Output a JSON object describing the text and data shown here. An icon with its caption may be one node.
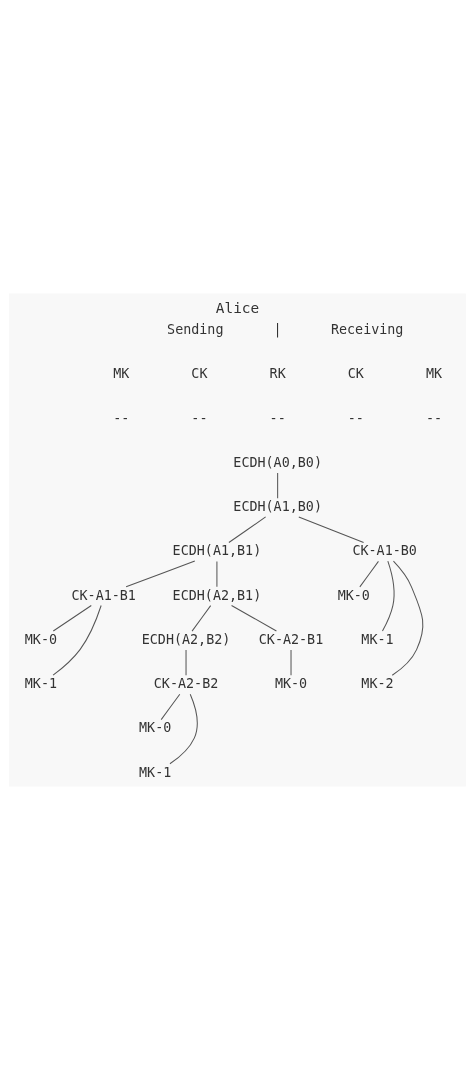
{
  "diagram": {
    "title": "Alice",
    "nodes": [
      {
        "text": [
          "ECDH(A0,B0)"
        ]
      },
      {
        "text": [
          "ECDH(A1,B0)"
        ]
      },
      {
        "text": [
          "ECDH(A1,B1)"
        ]
      },
      {
        "text": [
          "CK-A1-B0"
        ]
      },
      {
        "text": [
          "MK-0"
        ]
      },
      {
        "text": [
          "MK-1"
        ]
      },
      {
        "text": [
          "MK-2"
        ]
      },
      {
        "text": [
          "CK-A1-B1"
        ]
      },
      {
        "text": [
          "MK-0"
        ]
      },
      {
        "text": [
          "MK-1"
        ]
      },
      {
        "text": [
          "ECDH(A2,B1)"
        ]
      },
      {
        "text": [
          "ECDH(A2,B2)"
        ]
      },
      {
        "text": [
          "CK-A2-B1"
        ]
      },
      {
        "text": [
          "MK-0"
        ]
      },
      {
        "text": [
          "CK-A2-B2"
        ]
      },
      {
        "text": [
          "MK-0"
        ]
      },
      {
        "text": [
          "MK-1"
        ]
      }
    ],
    "edges": [
      {
        "from": 0,
        "to": 1,
        "arrow": "none"
      },
      {
        "from": 1,
        "to": 2,
        "arrow": "none"
      },
      {
        "from": 1,
        "to": 3,
        "arrow": "none"
      },
      {
        "from": 2,
        "to": 7,
        "arrow": "none"
      },
      {
        "from": 2,
        "to": 10,
        "arrow": "none"
      },
      {
        "from": 3,
        "to": 4,
        "arrow": "none"
      },
      {
        "from": 3,
        "to": 5,
        "arrow": "none"
      },
      {
        "from": 3,
        "to": 6,
        "arrow": "none"
      },
      {
        "from": 7,
        "to": 8,
        "arrow": "none"
      },
      {
        "from": 7,
        "to": 9,
        "arrow": "none"
      },
      {
        "from": 10,
        "to": 11,
        "arrow": "none"
      },
      {
        "from": 10,
        "to": 12,
        "arrow": "none"
      },
      {
        "from": 12,
        "to": 13,
        "arrow": "none"
      },
      {
        "from": 11,
        "to": 14,
        "arrow": "none"
      },
      {
        "from": 14,
        "to": 15,
        "arrow": "none"
      },
      {
        "from": 14,
        "to": 16,
        "arrow": "none"
      }
    ],
    "labels": [
      "Sending",
      "|",
      "Receiving",
      "MK",
      "CK",
      "RK",
      "CK",
      "MK",
      "--",
      "--",
      "--",
      "--",
      "--"
    ]
  }
}
